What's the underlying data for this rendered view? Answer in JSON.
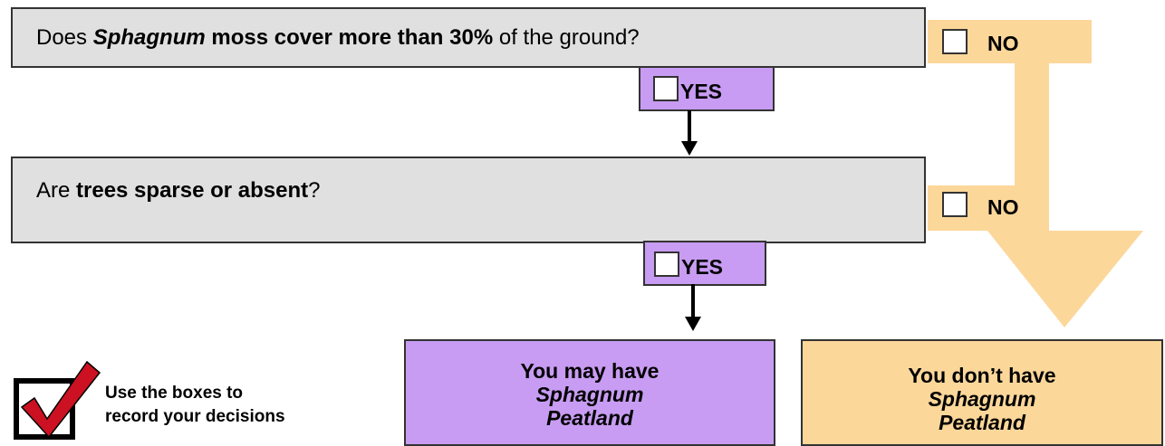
{
  "question1": {
    "pre": "Does ",
    "italic_bold": "Sphagnum",
    "bold": " moss cover more than 30%",
    "post": " of the ground?"
  },
  "question2": {
    "pre": "Are ",
    "bold": "trees sparse or absent",
    "post": "?"
  },
  "labels": {
    "yes": "YES",
    "no": "NO"
  },
  "result_yes": {
    "line1": "You may have",
    "line2": "Sphagnum",
    "line3": "Peatland"
  },
  "result_no": {
    "line1": "You don’t have",
    "line2": "Sphagnum",
    "line3": "Peatland"
  },
  "legend": {
    "line1": "Use the boxes to",
    "line2": "record your decisions"
  },
  "colors": {
    "question_fill": "#e0e0e0",
    "yes_fill": "#c89cf2",
    "no_path_fill": "#fcd79a",
    "check_red": "#cc1122"
  }
}
